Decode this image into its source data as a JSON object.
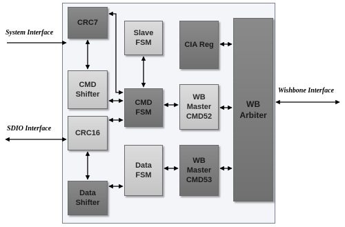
{
  "interfaces": {
    "system": "System Interface",
    "sdio": "SDIO Interface",
    "wishbone": "Wishbone Interface"
  },
  "blocks": {
    "crc7": "CRC7",
    "slave_fsm": "Slave\nFSM",
    "cia_reg": "CIA Reg",
    "cmd_shifter": "CMD\nShifter",
    "cmd_fsm": "CMD\nFSM",
    "wb_master_cmd52": "WB\nMaster\nCMD52",
    "crc16": "CRC16",
    "data_fsm": "Data\nFSM",
    "wb_master_cmd53": "WB\nMaster\nCMD53",
    "data_shifter": "Data\nShifter",
    "wb_arbiter": "WB\nArbiter"
  },
  "colors": {
    "dark_block": "#7d7d7d",
    "light_block": "#d0d0d0",
    "frame": "#f4f5f9",
    "arrow": "#000000"
  }
}
